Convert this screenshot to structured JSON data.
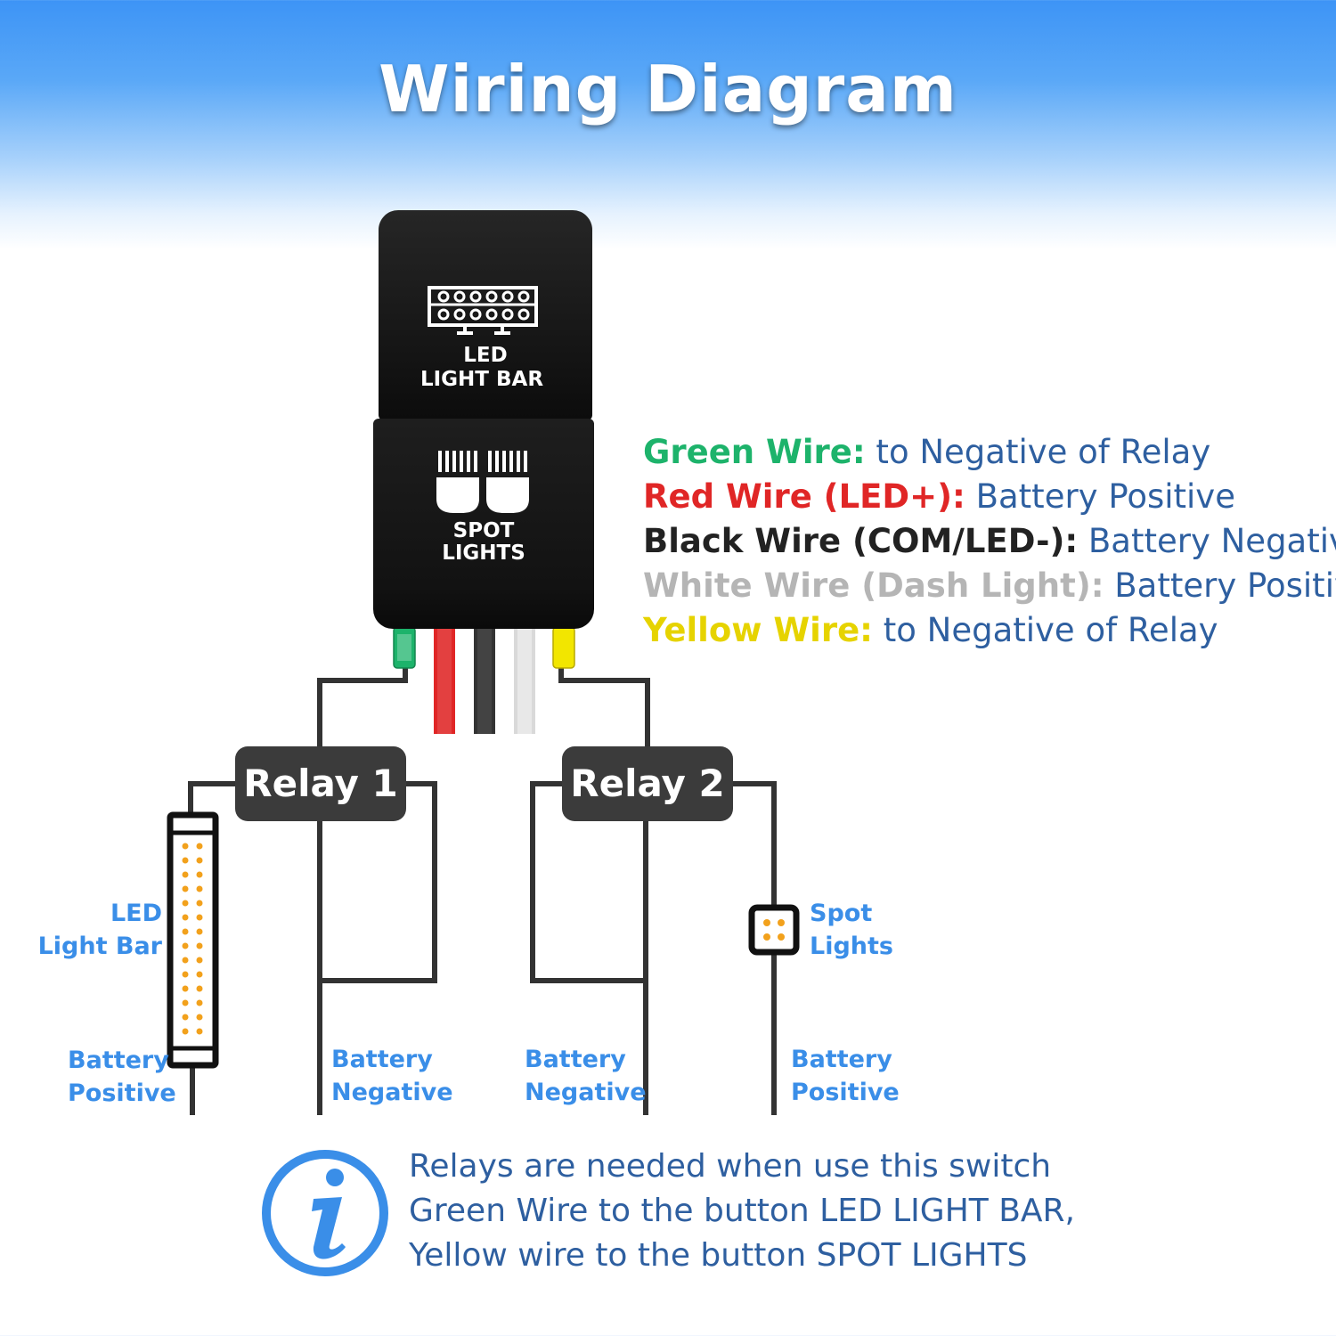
{
  "title": "Wiring Diagram",
  "switch": {
    "top_button": {
      "line1": "LED",
      "line2": "LIGHT BAR"
    },
    "bottom_button": {
      "line1": "SPOT",
      "line2": "LIGHTS"
    }
  },
  "legend": [
    {
      "key": "Green Wire:",
      "value": " to Negative of Relay",
      "key_color": "#1db36b"
    },
    {
      "key": "Red Wire (LED+):",
      "value": " Battery Positive",
      "key_color": "#e02626"
    },
    {
      "key": "Black Wire (COM/LED-):",
      "value": " Battery Negative",
      "key_color": "#222222"
    },
    {
      "key": "White Wire (Dash Light):",
      "value": " Battery Positive",
      "key_color": "#b5b5b5"
    },
    {
      "key": "Yellow Wire:",
      "value": " to Negative of Relay",
      "key_color": "#e6d300"
    }
  ],
  "relays": [
    "Relay 1",
    "Relay 2"
  ],
  "labels": {
    "led_light_bar": {
      "line1": "LED",
      "line2": "Light Bar"
    },
    "spot_lights": {
      "line1": "Spot",
      "line2": "Lights"
    },
    "battery_positive_left": {
      "line1": "Battery",
      "line2": "Positive"
    },
    "battery_negative_1": {
      "line1": "Battery",
      "line2": "Negative"
    },
    "battery_negative_2": {
      "line1": "Battery",
      "line2": "Negative"
    },
    "battery_positive_right": {
      "line1": "Battery",
      "line2": "Positive"
    }
  },
  "info": {
    "icon": "info-icon",
    "lines": [
      "Relays are needed when use this switch",
      "Green Wire to the button LED LIGHT BAR,",
      "Yellow wire to the button SPOT LIGHTS"
    ]
  },
  "colors": {
    "wire_green": "#1db36b",
    "wire_red": "#e02626",
    "wire_black": "#333333",
    "wire_white": "#d9d9d9",
    "wire_yellow": "#f2e600",
    "accent_blue": "#3a8ee8",
    "text_blue": "#2e5fa0"
  }
}
